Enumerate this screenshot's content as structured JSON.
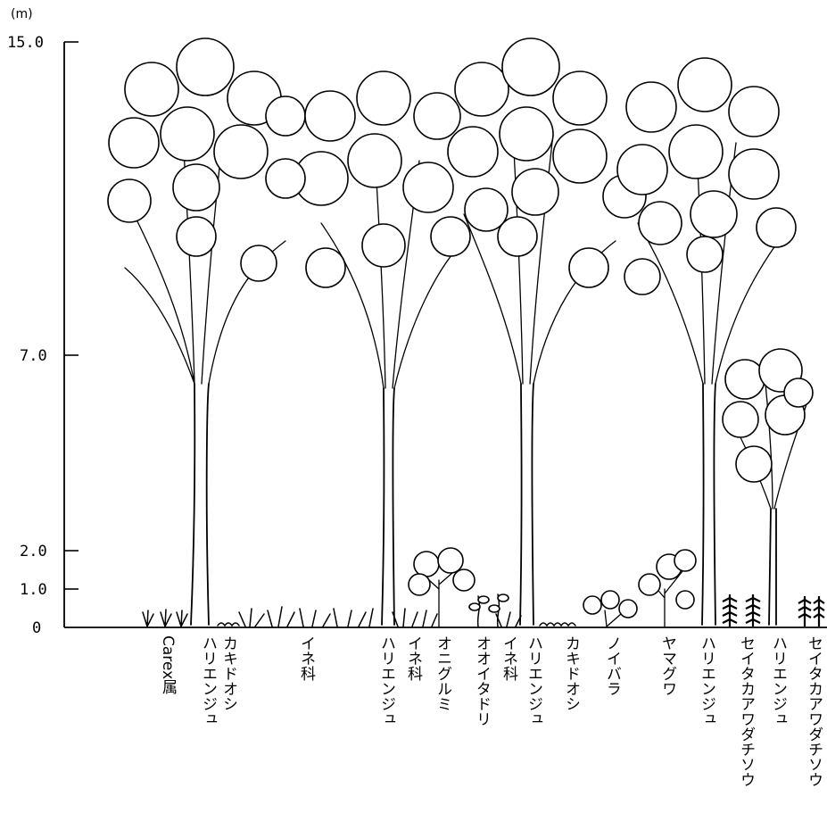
{
  "vertical_axis": {
    "unit": "(m)",
    "ticks": [
      {
        "value": 15.0,
        "label": "15.0"
      },
      {
        "value": 7.0,
        "label": "7.0"
      },
      {
        "value": 2.0,
        "label": "2.0"
      },
      {
        "value": 1.0,
        "label": "1.0"
      },
      {
        "value": 0,
        "label": "0"
      }
    ]
  },
  "species": [
    {
      "name": "Carex属",
      "height_m": 0.3,
      "form": "sedge"
    },
    {
      "name": "カキドオシ",
      "height_m": 0.1,
      "form": "groundcover"
    },
    {
      "name": "ハリエンジュ",
      "height_m": 15.0,
      "form": "tall-tree"
    },
    {
      "name": "イネ科",
      "height_m": 0.4,
      "form": "grass"
    },
    {
      "name": "ハリエンジュ",
      "height_m": 14.3,
      "form": "tall-tree"
    },
    {
      "name": "イネ科",
      "height_m": 0.4,
      "form": "grass"
    },
    {
      "name": "オニグルミ",
      "height_m": 2.0,
      "form": "shrub"
    },
    {
      "name": "オオイタドリ",
      "height_m": 0.9,
      "form": "forb"
    },
    {
      "name": "イネ科",
      "height_m": 0.3,
      "form": "grass"
    },
    {
      "name": "ハリエンジュ",
      "height_m": 15.0,
      "form": "tall-tree"
    },
    {
      "name": "カキドオシ",
      "height_m": 0.1,
      "form": "groundcover"
    },
    {
      "name": "ノイバラ",
      "height_m": 0.7,
      "form": "shrub"
    },
    {
      "name": "ヤマグワ",
      "height_m": 2.0,
      "form": "shrub"
    },
    {
      "name": "ハリエンジュ",
      "height_m": 14.5,
      "form": "tall-tree"
    },
    {
      "name": "セイタカアワダチソウ",
      "height_m": 0.8,
      "form": "forb"
    },
    {
      "name": "ハリエンジュ",
      "height_m": 7.0,
      "form": "small-tree"
    },
    {
      "name": "セイタカアワダチソウ",
      "height_m": 0.8,
      "form": "forb"
    }
  ]
}
